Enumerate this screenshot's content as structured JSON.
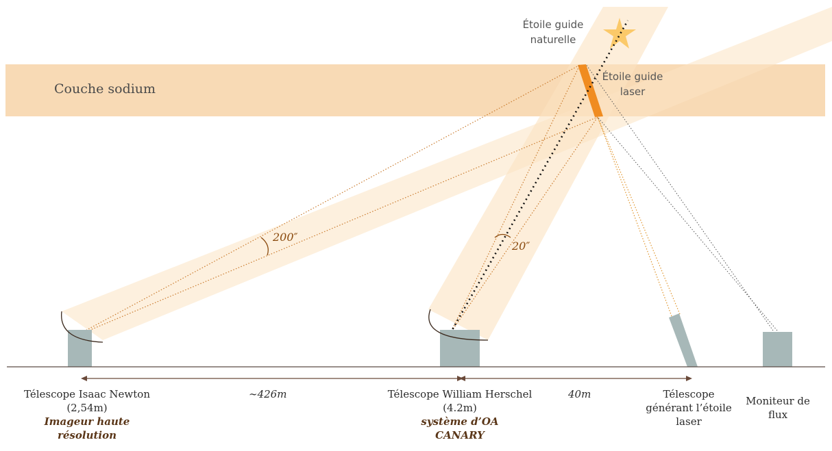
{
  "colors": {
    "sodium_layer": "#f7d3a8",
    "beam": "#fbe3c2",
    "telescope_body": "#a7b8b8",
    "laser_segment": "#f08c20",
    "star": "#fbc45c",
    "ground": "#5a4a44",
    "dotted_orange": "#c97a2c",
    "dotted_gray": "#555555"
  },
  "layer": {
    "label": "Couche sodium"
  },
  "stars": {
    "natural": {
      "line1": "Étoile guide",
      "line2": "naturelle",
      "icon": "star-icon"
    },
    "laser": {
      "line1": "Étoile guide",
      "line2": "laser"
    }
  },
  "angles": {
    "int": "200″",
    "wht": "20″"
  },
  "distances": {
    "int_to_wht": "∼426m",
    "wht_to_laser": "40m"
  },
  "telescopes": {
    "int": {
      "line1": "Télescope Isaac Newton",
      "line2": "(2,54m)",
      "sub1": "Imageur haute",
      "sub2": "résolution"
    },
    "wht": {
      "line1": "Télescope William Herschel",
      "line2": "(4.2m)",
      "sub1": "système d’OA",
      "sub2": "CANARY"
    },
    "laser": {
      "line1": "Télescope",
      "line2": "générant l’étoile",
      "line3": "laser"
    },
    "flux": {
      "line1": "Moniteur de",
      "line2": "flux"
    }
  }
}
